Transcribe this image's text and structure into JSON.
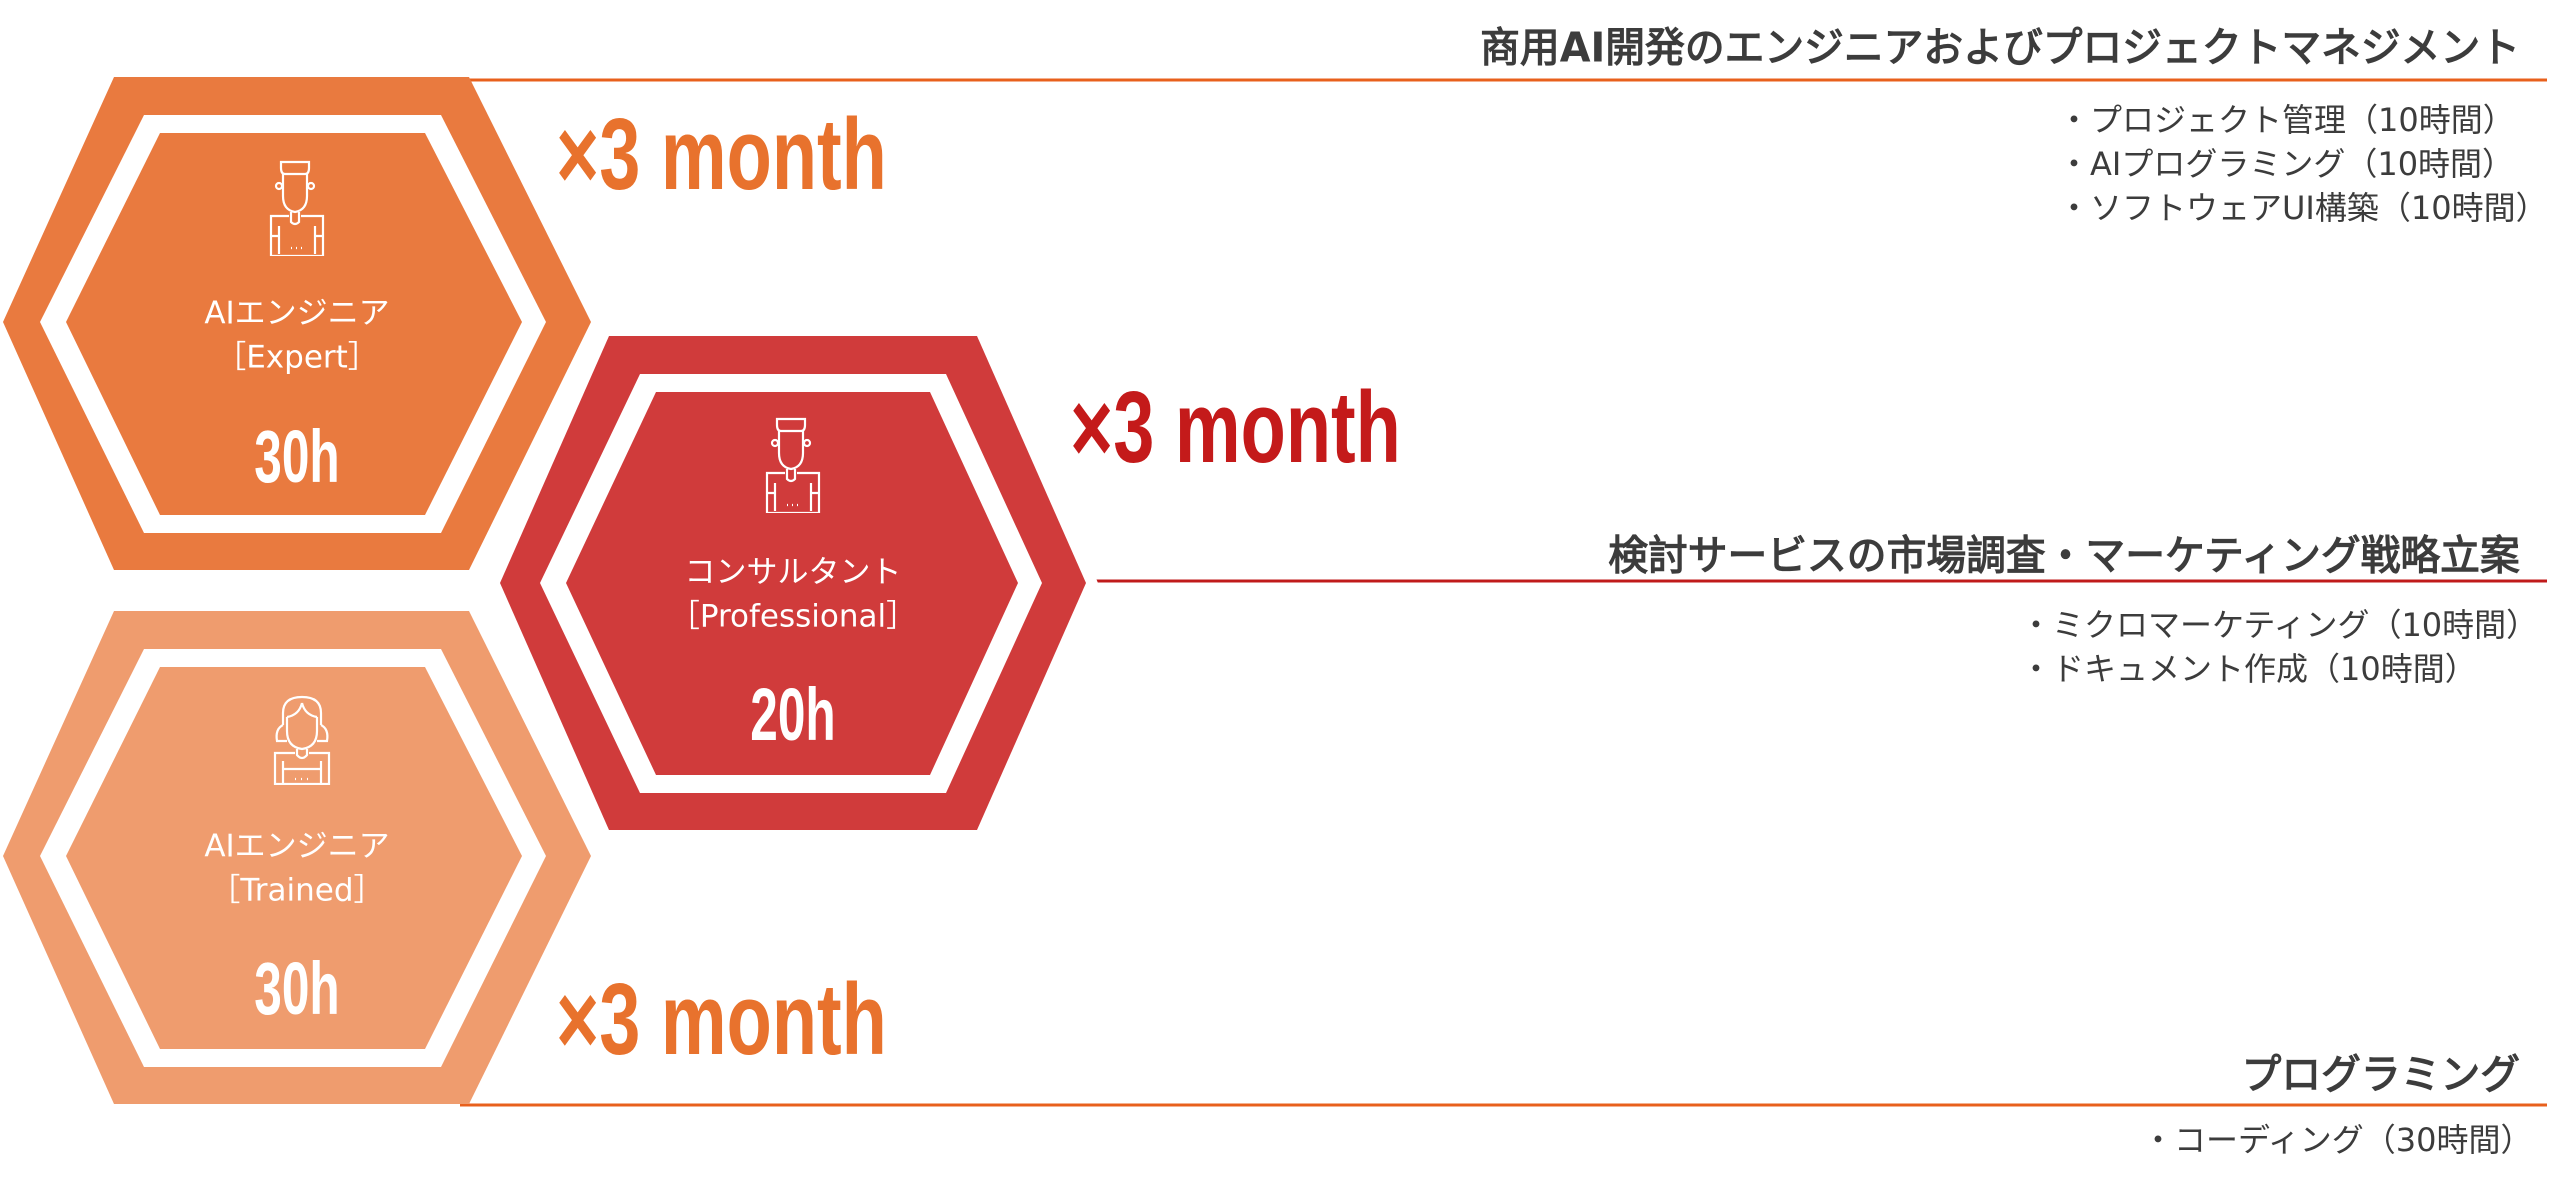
{
  "colors": {
    "expert": "#E97A3F",
    "professional": "#D03B3B",
    "trained": "#EF9C6E",
    "orange_line": "#E8601C",
    "red_line": "#C01B1B",
    "orange_text": "#E8722D",
    "red_text": "#C41A1A",
    "text": "#3c3c3c"
  },
  "roles": [
    {
      "title": "AIエンジニア",
      "level": "［Expert］",
      "hours": "30h",
      "icon": "male-engineer-icon",
      "multiplier": "×3 month"
    },
    {
      "title": "コンサルタント",
      "level": "［Professional］",
      "hours": "20h",
      "icon": "male-consultant-icon",
      "multiplier": "×3 month"
    },
    {
      "title": "AIエンジニア",
      "level": "［Trained］",
      "hours": "30h",
      "icon": "female-engineer-icon",
      "multiplier": "×3 month"
    }
  ],
  "tasks": [
    {
      "heading": "商用AI開発のエンジニアおよびプロジェクトマネジメント",
      "items": [
        "・プロジェクト管理（10時間）",
        "・AIプログラミング（10時間）",
        "・ソフトウェアUI構築（10時間）"
      ]
    },
    {
      "heading": "検討サービスの市場調査・マーケティング戦略立案",
      "items": [
        "・ミクロマーケティング（10時間）",
        "・ドキュメント作成（10時間）"
      ]
    },
    {
      "heading": "プログラミング",
      "items": [
        "・コーディング（30時間）"
      ]
    }
  ]
}
